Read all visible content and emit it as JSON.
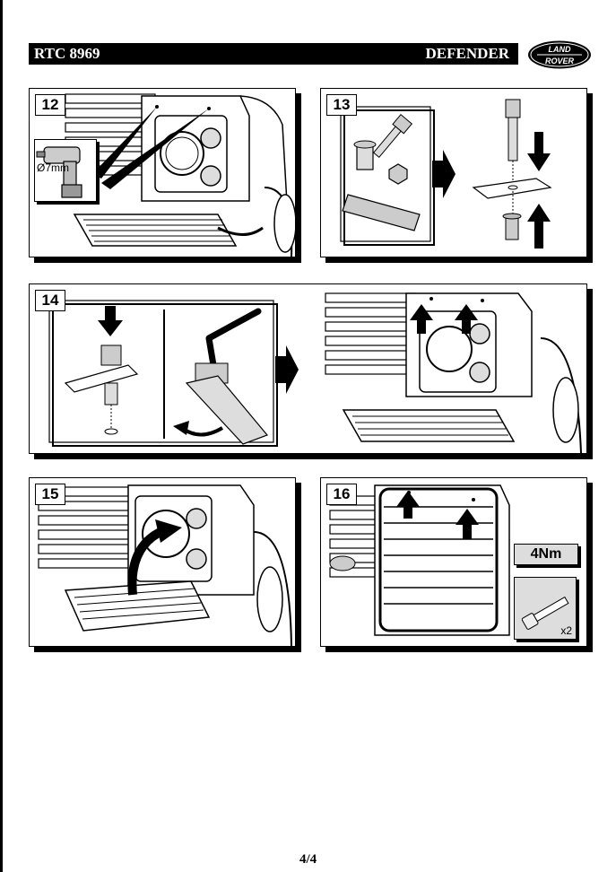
{
  "header": {
    "doc_code": "RTC 8969",
    "vehicle": "DEFENDER",
    "logo_text_line1": "LAND",
    "logo_text_line2": "ROVER"
  },
  "steps": [
    {
      "number": "12",
      "inset_label": "Ø7mm"
    },
    {
      "number": "13"
    },
    {
      "number": "14"
    },
    {
      "number": "15"
    },
    {
      "number": "16",
      "torque": "4Nm",
      "quantity": "x2"
    }
  ],
  "footer": {
    "page_number": "4/4"
  }
}
